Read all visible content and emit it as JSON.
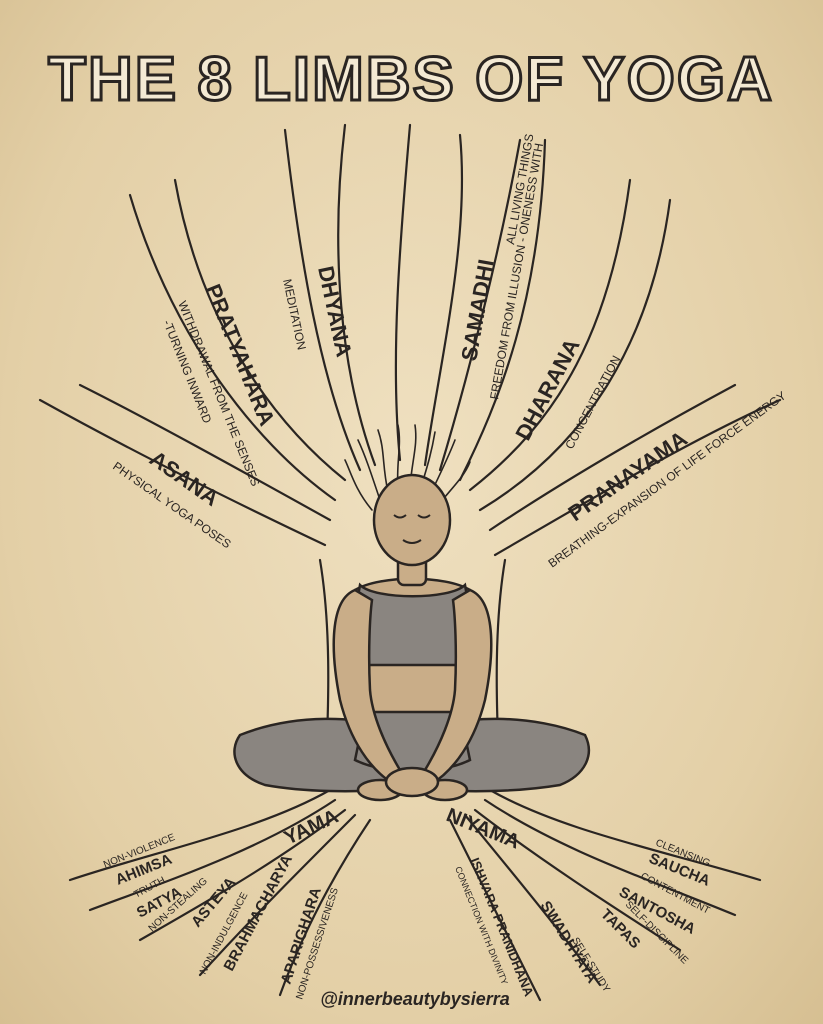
{
  "title": "THE 8 LIMBS OF YOGA",
  "limbs": {
    "dhyana": {
      "name": "DHYANA",
      "desc": "MEDITATION"
    },
    "samadhi": {
      "name": "SAMADHI",
      "desc1": "FREEDOM FROM ILLUSION - ONENESS WITH",
      "desc2": "ALL LIVING THINGS"
    },
    "pratyahara": {
      "name": "PRATYAHARA",
      "desc1": "WITHDRAWAL FROM THE SENSES",
      "desc2": "-TURNING INWARD"
    },
    "dharana": {
      "name": "DHARANA",
      "desc": "CONCENTRATION"
    },
    "asana": {
      "name": "ASANA",
      "desc": "PHYSICAL YOGA POSES"
    },
    "pranayama": {
      "name": "PRANAYAMA",
      "desc": "BREATHING-EXPANSION OF LIFE FORCE ENERGY"
    },
    "yama": {
      "name": "YAMA"
    },
    "niyama": {
      "name": "NIYAMA"
    }
  },
  "yama_roots": [
    {
      "name": "AHIMSA",
      "desc": "NON-VIOLENCE"
    },
    {
      "name": "SATYA",
      "desc": "TRUTH"
    },
    {
      "name": "ASTEYA",
      "desc": "NON-STEALING"
    },
    {
      "name": "BRAHMACHARYA",
      "desc": "NON-INDULGENCE"
    },
    {
      "name": "APARIGHARA",
      "desc": "NON-POSSESSIVENESS"
    }
  ],
  "niyama_roots": [
    {
      "name": "SAUCHA",
      "desc": "CLEANSING"
    },
    {
      "name": "SANTOSHA",
      "desc": "CONTENTMENT"
    },
    {
      "name": "TAPAS",
      "desc": "SELF-DISCIPLINE"
    },
    {
      "name": "SWADHYAYA",
      "desc": "SELF-STUDY"
    },
    {
      "name": "ISHVARA PRANIDHANA",
      "desc": "CONNECTION WITH DIVINITY"
    }
  ],
  "credit": "@innerbeautybysierra",
  "colors": {
    "background": "#e8d7b4",
    "ink": "#2a2522",
    "skin": "#c9ad88",
    "clothing": "#8a8580"
  }
}
